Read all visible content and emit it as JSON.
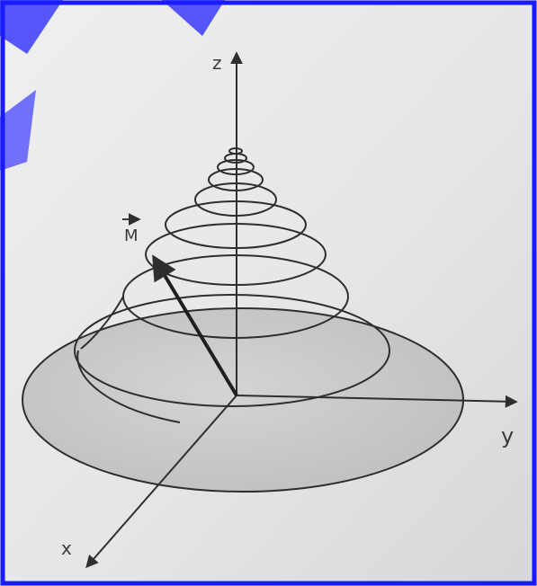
{
  "diagram": {
    "axes": {
      "z": "z",
      "y": "y",
      "x": "x"
    },
    "vector": {
      "label": "M"
    },
    "colors": {
      "frame": "#1a1aff",
      "ink": "#2e2e2e",
      "base_fill": "#c9c9c9",
      "corner_accent": "#3b3bff"
    }
  }
}
